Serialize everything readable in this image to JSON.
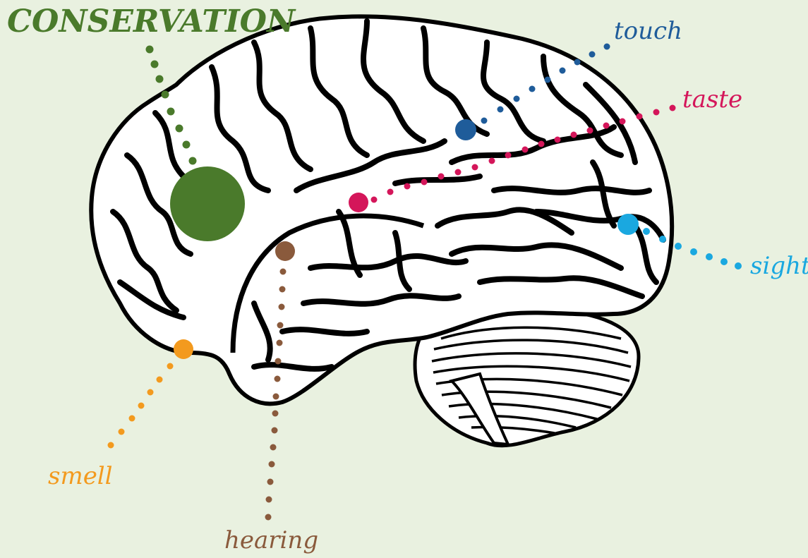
{
  "background": "#e9f1e0",
  "title": {
    "text": "CONSERVATION",
    "color": "#4a7a2b"
  },
  "brain": {
    "outline_color": "#000000",
    "fill_color": "#ffffff"
  },
  "senses": [
    {
      "key": "conservation",
      "label": "",
      "color": "#4a7a2b"
    },
    {
      "key": "touch",
      "label": "touch",
      "color": "#1f5c9a"
    },
    {
      "key": "taste",
      "label": "taste",
      "color": "#d4165a"
    },
    {
      "key": "sight",
      "label": "sight",
      "color": "#1aa8e0"
    },
    {
      "key": "hearing",
      "label": "hearing",
      "color": "#8a5a3c"
    },
    {
      "key": "smell",
      "label": "smell",
      "color": "#f39a1e"
    }
  ]
}
